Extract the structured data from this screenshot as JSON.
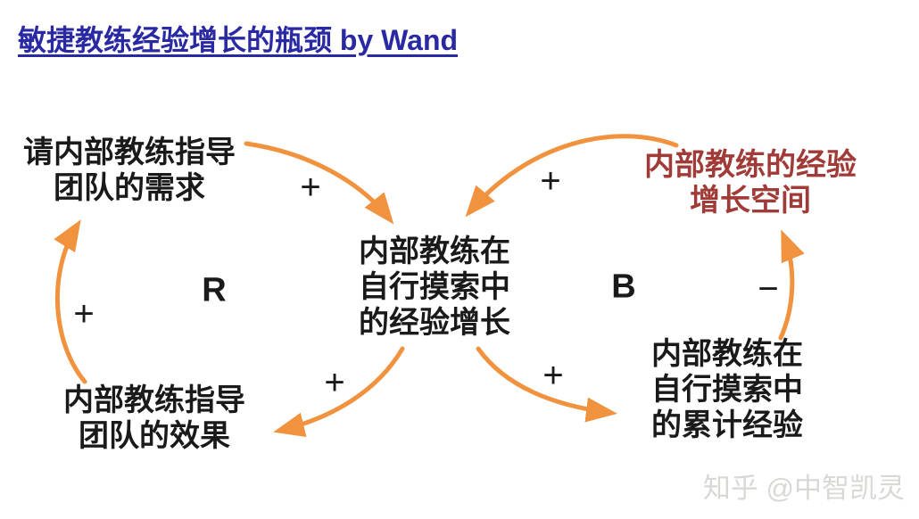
{
  "title": "敏捷教练经验增长的瓶颈 by Wand",
  "diagram": {
    "nodes": [
      {
        "id": "demand",
        "text": "请内部教练指导\n团队的需求"
      },
      {
        "id": "center",
        "text": "内部教练在\n自行摸索中\n的经验增长"
      },
      {
        "id": "space",
        "text": "内部教练的经验\n增长空间"
      },
      {
        "id": "effect",
        "text": "内部教练指导\n团队的效果"
      },
      {
        "id": "accum",
        "text": "内部教练在\n自行摸索中\n的累计经验"
      }
    ],
    "loops": [
      {
        "label": "R"
      },
      {
        "label": "B"
      }
    ],
    "edges": [
      {
        "from": "demand",
        "to": "center",
        "sign": "+"
      },
      {
        "from": "space",
        "to": "center",
        "sign": "+"
      },
      {
        "from": "center",
        "to": "effect",
        "sign": "+"
      },
      {
        "from": "center",
        "to": "accum",
        "sign": "+"
      },
      {
        "from": "accum",
        "to": "space",
        "sign": "−"
      },
      {
        "from": "effect",
        "to": "demand",
        "sign": "+"
      }
    ]
  },
  "watermark": "知乎 @中智凯灵",
  "colors": {
    "title_blue": "#2929A3",
    "node_black": "#1A1A1A",
    "highlight_red": "#A13B38",
    "accent_orange": "#F0923E",
    "watermark_gray": "#D8D8D4"
  }
}
